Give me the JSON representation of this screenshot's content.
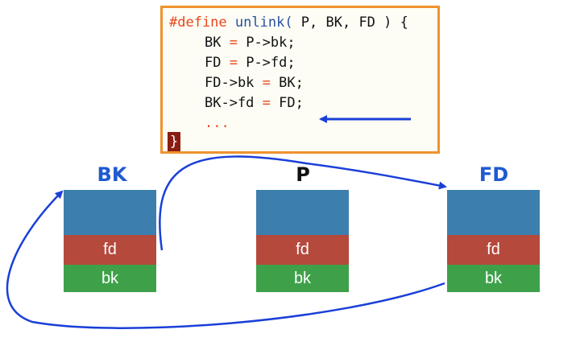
{
  "code": {
    "l1_kw": "#define",
    "l1_fn": "unlink(",
    "l1_rest": " P, BK, FD ) {",
    "l2_a": "BK ",
    "l2_op": "=",
    "l2_b": " P->bk;",
    "l3_a": "FD ",
    "l3_op": "=",
    "l3_b": " P->fd;",
    "l4_a": "FD->bk ",
    "l4_op": "=",
    "l4_b": " BK;",
    "l5_a": "BK->fd ",
    "l5_op": "=",
    "l5_b": " FD;",
    "l6": "...",
    "close": "}"
  },
  "nodes": {
    "bk": {
      "label": "BK",
      "fd": "fd",
      "bk": "bk",
      "label_color": "#1e5ad0"
    },
    "p": {
      "label": "P",
      "fd": "fd",
      "bk": "bk",
      "label_color": "#111111"
    },
    "fd": {
      "label": "FD",
      "fd": "fd",
      "bk": "bk",
      "label_color": "#1e5ad0"
    }
  },
  "colors": {
    "header": "#3c7fae",
    "fd_field": "#b4493c",
    "bk_field": "#3ea14a",
    "arrow": "#1a3fd8",
    "box_border": "#f0922e"
  }
}
